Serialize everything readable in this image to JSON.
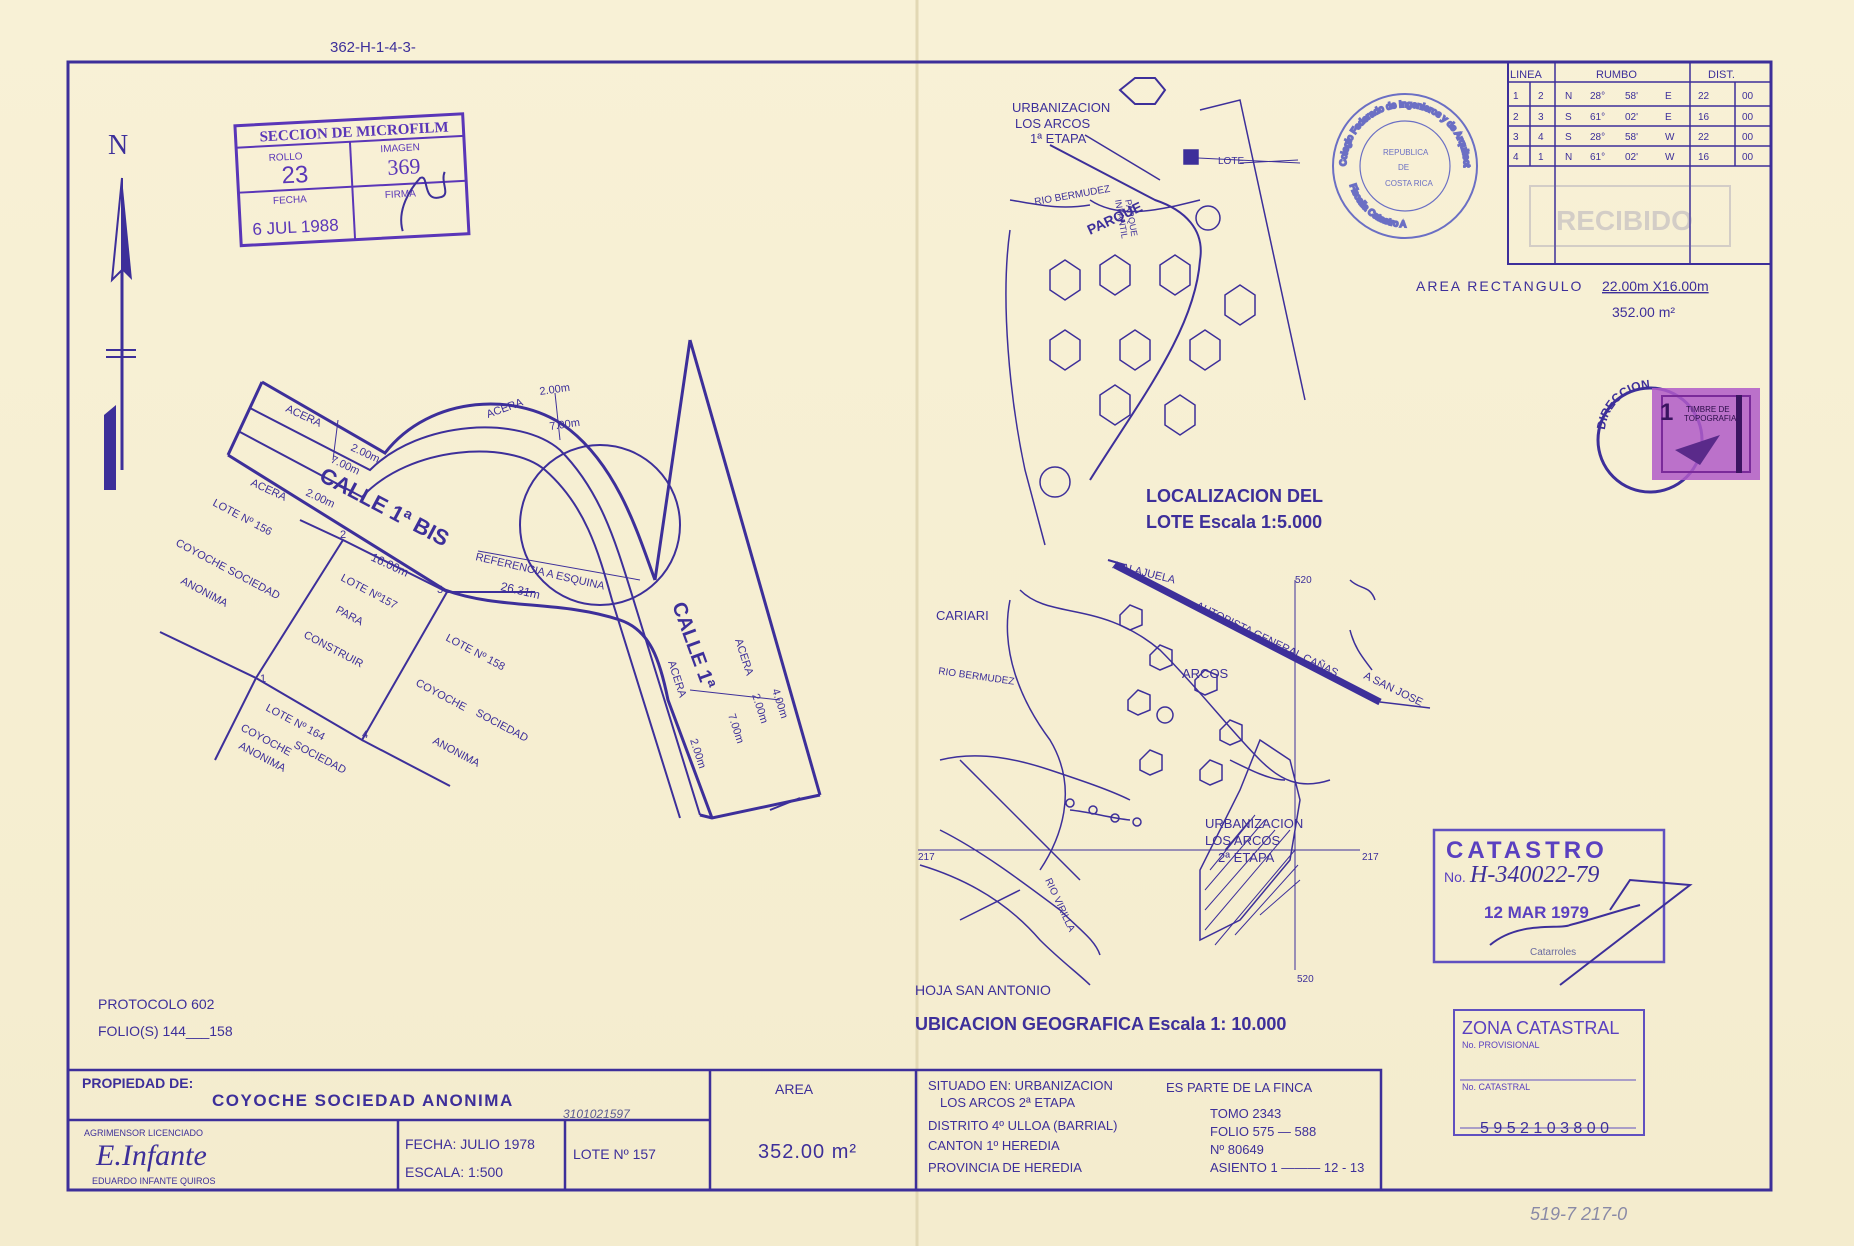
{
  "header": {
    "sheet_ref": "362-H-1-4-3-",
    "footer_ref": "519-7 217-0",
    "north": "N"
  },
  "microfilm": {
    "title": "SECCION DE MICROFILM",
    "rollo_label": "ROLLO",
    "rollo": "23",
    "imagen_label": "IMAGEN",
    "imagen": "369",
    "fecha_label": "FECHA",
    "firma_label": "FIRMA",
    "fecha": "6 JUL 1988"
  },
  "plan": {
    "calle_bis": "CALLE 1ª BIS",
    "calle": "CALLE 1ª",
    "acera": "ACERA",
    "referencia": "REFERENCIA A ESQUINA",
    "d200": "2.00m",
    "d700": "7.00m",
    "d400": "4.00m",
    "d1600": "16.00m",
    "d2631": "26.31m",
    "lote156": [
      "LOTE Nº 156",
      "COYOCHE SOCIEDAD",
      "ANONIMA"
    ],
    "lote157": [
      "LOTE Nº157",
      "PARA",
      "CONSTRUIR"
    ],
    "lote158": [
      "LOTE Nº 158",
      "COYOCHE",
      "SOCIEDAD",
      "ANONIMA"
    ],
    "lote164": [
      "LOTE Nº 164",
      "COYOCHE",
      "SOCIEDAD",
      "ANONIMA"
    ],
    "v1": "1",
    "v2": "2",
    "v3": "3",
    "v4": "4"
  },
  "location": {
    "urb_title": [
      "URBANIZACION",
      "LOS ARCOS",
      "1ª ETAPA"
    ],
    "lote_label": "LOTE",
    "rio": "RIO BERMUDEZ",
    "parque": "PARQUE",
    "parque_inf": [
      "PARQUE",
      "INFANTIL"
    ],
    "caption1": "LOCALIZACION DEL",
    "caption2": "LOTE Escala 1:5.000"
  },
  "geo": {
    "alajuela": "A ALAJUELA",
    "autopista": "AUTOPISTA GENERAL CAÑAS",
    "san_jose": "A SAN JOSE",
    "cariari": "CARIARI",
    "arcos": "ARCOS",
    "rio_bermudez": "RIO BERMUDEZ",
    "rio_virilla": "RIO VIRILLA",
    "urb2": [
      "URBANIZACION",
      "LOS ARCOS",
      "2ª ETAPA"
    ],
    "hoja": "HOJA SAN ANTONIO",
    "caption": "UBICACION GEOGRAFICA Escala 1: 10.000",
    "grid": [
      "520",
      "217",
      "217",
      "520"
    ]
  },
  "rumbo_table": {
    "headers": [
      "LINEA",
      "RUMBO",
      "DIST."
    ],
    "rows": [
      [
        "1",
        "2",
        "N",
        "28°",
        "58'",
        "E",
        "22",
        "00"
      ],
      [
        "2",
        "3",
        "S",
        "61°",
        "02'",
        "E",
        "16",
        "00"
      ],
      [
        "3",
        "4",
        "S",
        "28°",
        "58'",
        "W",
        "22",
        "00"
      ],
      [
        "4",
        "1",
        "N",
        "61°",
        "02'",
        "W",
        "16",
        "00"
      ]
    ]
  },
  "area_rect": {
    "label": "AREA RECTANGULO",
    "dims": "22.00m X16.00m",
    "total": "352.00 m²"
  },
  "colegio_seal": {
    "text": "Colegio Federado de Ingenieros y de Arquitectos",
    "text2": "Fiscalia Catastro A",
    "center": [
      "REPUBLICA",
      "DE",
      "COSTA RICA"
    ],
    "faded": "RECIBIDO"
  },
  "timbre": {
    "label": [
      "TIMBRE DE",
      "TOPOGRAFIA"
    ],
    "value": "1",
    "seal": "DIRECCION"
  },
  "catastro": {
    "title": "CATASTRO",
    "no_label": "No.",
    "number": "H-340022-79",
    "date": "12 MAR 1979",
    "signer": "Catarroles"
  },
  "zona": {
    "title": "ZONA CATASTRAL",
    "no_prov": "No. PROVISIONAL",
    "no_cat": "No. CATASTRAL",
    "digits": "5 9 5 2 1 0 3 8 0 0"
  },
  "protocolo": {
    "line1": "PROTOCOLO 602",
    "line2": "FOLIO(S) 144___158"
  },
  "titleblock": {
    "propiedad_label": "PROPIEDAD DE:",
    "owner": "COYOCHE SOCIEDAD ANONIMA",
    "cedula": "3101021597",
    "agrimensor_label": "AGRIMENSOR LICENCIADO",
    "agrimensor": "EDUARDO INFANTE QUIROS",
    "signature": "E.Infante",
    "fecha": "FECHA: JULIO 1978",
    "escala": "ESCALA: 1:500",
    "lote": "LOTE Nº 157",
    "area_label": "AREA",
    "area": "352.00 m²",
    "situado1": "SITUADO EN: URBANIZACION",
    "situado2": "LOS ARCOS 2ª ETAPA",
    "distrito": "DISTRITO 4º ULLOA (BARRIAL)",
    "canton": "CANTON 1º HEREDIA",
    "provincia": "PROVINCIA DE HEREDIA",
    "finca": "ES PARTE DE LA FINCA",
    "tomo": "TOMO 2343",
    "folio": "FOLIO 575 — 588",
    "numero": "Nº 80649",
    "asiento": "ASIENTO 1 ——— 12 - 13"
  }
}
